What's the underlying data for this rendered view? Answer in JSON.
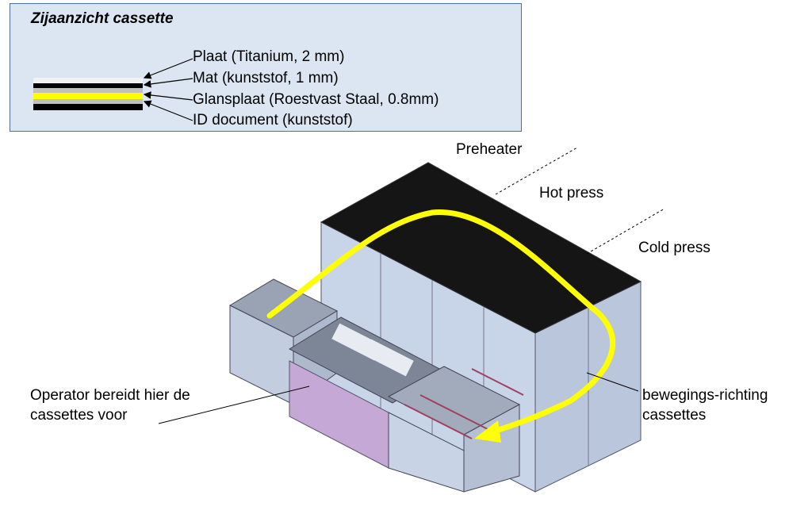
{
  "inset": {
    "title": "Zijaanzicht cassette",
    "layers": [
      {
        "label": "Plaat (Titanium, 2 mm)"
      },
      {
        "label": "Mat (kunststof, 1 mm)"
      },
      {
        "label": "Glansplaat (Roestvast Staal, 0.8mm)"
      },
      {
        "label": "ID document (kunststof)"
      }
    ],
    "stack_colors": [
      "#f2f2f2",
      "#000000",
      "#c0c0c0",
      "#ffff00",
      "#c0c0c0",
      "#000000"
    ]
  },
  "stations": {
    "preheater": "Preheater",
    "hot_press": "Hot press",
    "cold_press": "Cold press"
  },
  "annotations": {
    "operator_line1": "Operator bereidt hier de",
    "operator_line2": "cassettes voor",
    "direction_line1": "bewegings-richting",
    "direction_line2": "cassettes"
  },
  "colors": {
    "flow_arrow": "#ffff00",
    "machine_top": "#111111",
    "machine_side": "#c8d4e8",
    "loading_panel": "#c6a8d6"
  }
}
